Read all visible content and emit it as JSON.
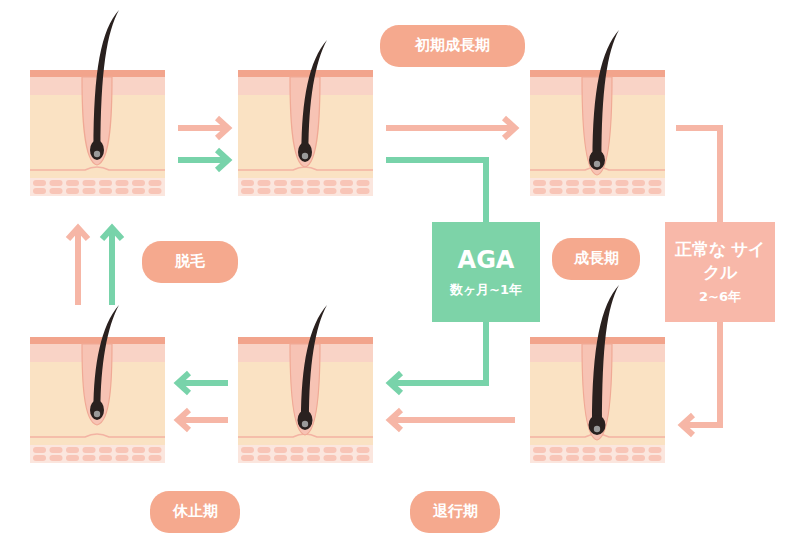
{
  "diagram": {
    "nodes": [
      {
        "text": [
          "初期成長期"
        ]
      },
      {
        "text": [
          "脱毛"
        ]
      },
      {
        "text": [
          "AGA",
          "数ヶ月~1年"
        ]
      },
      {
        "text": [
          "成長期"
        ]
      },
      {
        "text": [
          "正常な サイクル",
          "2~6年"
        ]
      },
      {
        "text": [
          "休止期"
        ]
      },
      {
        "text": [
          "退行期"
        ]
      }
    ]
  }
}
